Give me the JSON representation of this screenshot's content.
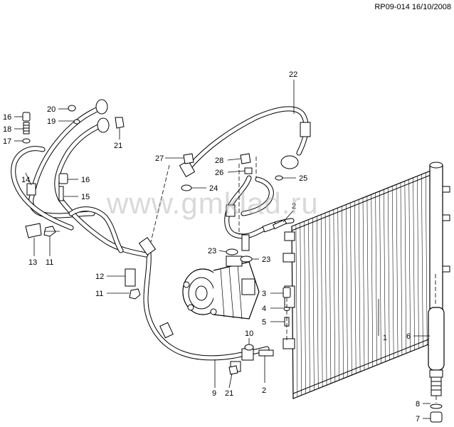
{
  "header": {
    "reference": "RP09-014 16/10/2008"
  },
  "watermark": {
    "text": "www.gmklad.ru"
  },
  "callouts": [
    {
      "id": "c1",
      "text": "1"
    },
    {
      "id": "c2a",
      "text": "2"
    },
    {
      "id": "c2b",
      "text": "2"
    },
    {
      "id": "c3",
      "text": "3"
    },
    {
      "id": "c4",
      "text": "4"
    },
    {
      "id": "c5",
      "text": "5"
    },
    {
      "id": "c6",
      "text": "6"
    },
    {
      "id": "c7",
      "text": "7"
    },
    {
      "id": "c8",
      "text": "8"
    },
    {
      "id": "c9",
      "text": "9"
    },
    {
      "id": "c10",
      "text": "10"
    },
    {
      "id": "c11a",
      "text": "11"
    },
    {
      "id": "c11b",
      "text": "11"
    },
    {
      "id": "c12",
      "text": "12"
    },
    {
      "id": "c13",
      "text": "13"
    },
    {
      "id": "c14",
      "text": "14"
    },
    {
      "id": "c15",
      "text": "15"
    },
    {
      "id": "c16a",
      "text": "16"
    },
    {
      "id": "c16b",
      "text": "16"
    },
    {
      "id": "c17",
      "text": "17"
    },
    {
      "id": "c18",
      "text": "18"
    },
    {
      "id": "c19",
      "text": "19"
    },
    {
      "id": "c20",
      "text": "20"
    },
    {
      "id": "c21a",
      "text": "21"
    },
    {
      "id": "c21b",
      "text": "21"
    },
    {
      "id": "c22",
      "text": "22"
    },
    {
      "id": "c23a",
      "text": "23"
    },
    {
      "id": "c23b",
      "text": "23"
    },
    {
      "id": "c24",
      "text": "24"
    },
    {
      "id": "c25",
      "text": "25"
    },
    {
      "id": "c26",
      "text": "26"
    },
    {
      "id": "c27",
      "text": "27"
    },
    {
      "id": "c28",
      "text": "28"
    }
  ]
}
